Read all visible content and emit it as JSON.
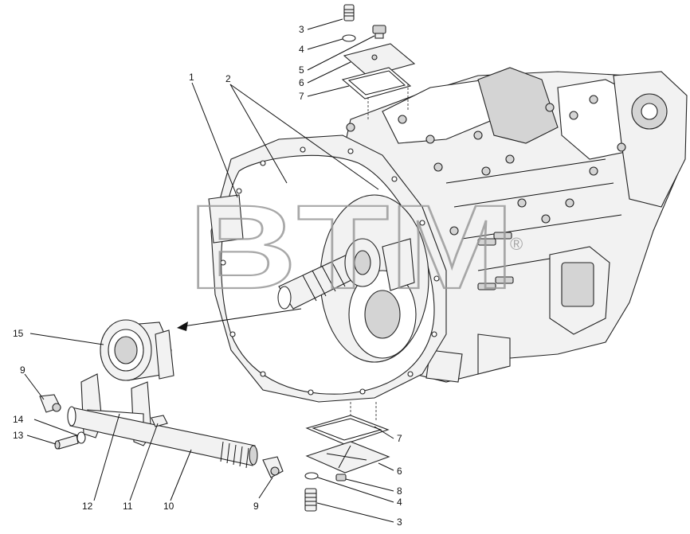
{
  "diagram": {
    "watermark": {
      "text": "BTM",
      "mark": "®"
    },
    "callouts": [
      {
        "id": "c1",
        "label": "1"
      },
      {
        "id": "c2",
        "label": "2"
      },
      {
        "id": "c3t",
        "label": "3"
      },
      {
        "id": "c4t",
        "label": "4"
      },
      {
        "id": "c5",
        "label": "5"
      },
      {
        "id": "c6t",
        "label": "6"
      },
      {
        "id": "c7t",
        "label": "7"
      },
      {
        "id": "c15",
        "label": "15"
      },
      {
        "id": "c9l",
        "label": "9"
      },
      {
        "id": "c14",
        "label": "14"
      },
      {
        "id": "c13",
        "label": "13"
      },
      {
        "id": "c12",
        "label": "12"
      },
      {
        "id": "c11",
        "label": "11"
      },
      {
        "id": "c10",
        "label": "10"
      },
      {
        "id": "c9b",
        "label": "9"
      },
      {
        "id": "c7b",
        "label": "7"
      },
      {
        "id": "c6b",
        "label": "6"
      },
      {
        "id": "c8",
        "label": "8"
      },
      {
        "id": "c4b",
        "label": "4"
      },
      {
        "id": "c3b",
        "label": "3"
      }
    ]
  }
}
